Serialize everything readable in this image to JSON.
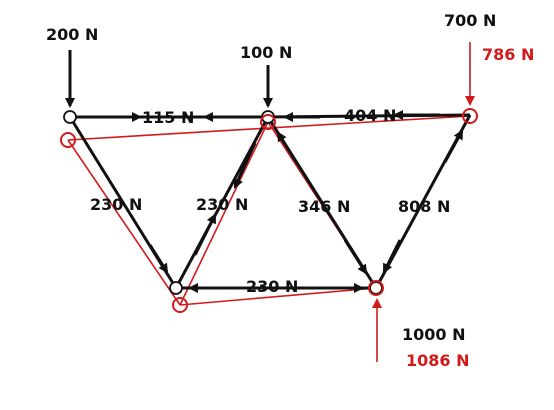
{
  "loads": {
    "left_top": "200 N",
    "mid_top": "100 N",
    "right_top": "700 N",
    "right_top_deformed": "786 N",
    "bottom_right": "1000 N",
    "bottom_right_deformed": "1086 N"
  },
  "member_forces": {
    "top_left": "115 N",
    "top_right": "404 N",
    "left_diagonal": "230 N",
    "mid_left_diagonal": "230 N",
    "mid_right_diagonal": "346 N",
    "right_diagonal": "808 N",
    "bottom": "230 N"
  },
  "colors": {
    "original": "#111111",
    "deformed": "#d11b1b"
  }
}
